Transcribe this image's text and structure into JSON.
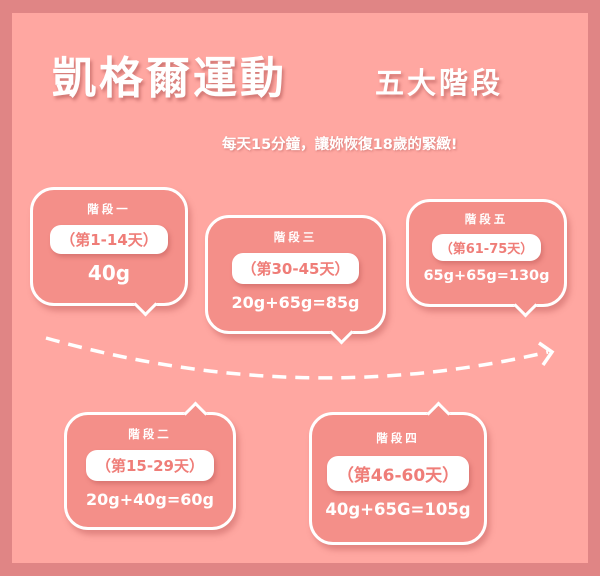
{
  "header": {
    "title": "凱格爾運動",
    "subtitle": "五大階段",
    "tagline": "每天15分鐘，讓妳恢復18歲的緊緻!"
  },
  "colors": {
    "outer_border": "#e08585",
    "background": "#ffa7a1",
    "bubble_fill": "#f48f89",
    "pill_text": "#ef7d78",
    "text": "#ffffff"
  },
  "stages": [
    {
      "label": "階段一",
      "days": "（第1-14天）",
      "amount": "40g"
    },
    {
      "label": "階段二",
      "days": "（第15-29天）",
      "amount": "20g+40g=60g"
    },
    {
      "label": "階段三",
      "days": "（第30-45天）",
      "amount": "20g+65g=85g"
    },
    {
      "label": "階段四",
      "days": "（第46-60天）",
      "amount": "40g+65G=105g"
    },
    {
      "label": "階段五",
      "days": "（第61-75天）",
      "amount": "65g+65g=130g"
    }
  ]
}
